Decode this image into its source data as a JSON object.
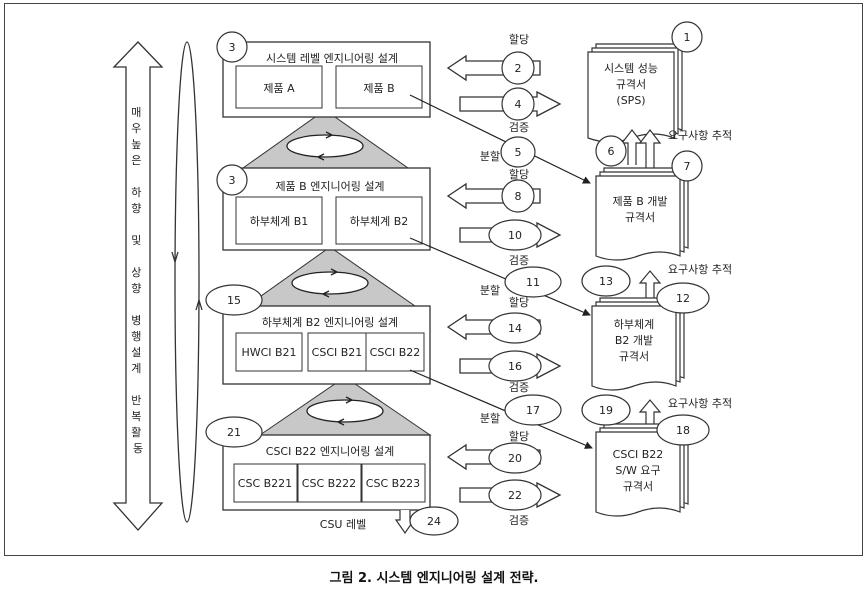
{
  "caption": "그림 2. 시스템 엔지니어링 설계 전략.",
  "side_label": "매우높은 하향 및 상향 병행설계 반복활동",
  "levels": [
    {
      "number": "3",
      "title": "시스템 레벨 엔지니어링 설계",
      "boxes": [
        "제품 A",
        "제품 B"
      ]
    },
    {
      "number": "3",
      "title": "제품 B 엔지니어링 설계",
      "boxes": [
        "하부체계 B1",
        "하부체계 B2"
      ]
    },
    {
      "number": "15",
      "title": "하부체계 B2 엔지니어링 설계",
      "boxes": [
        "HWCI B21",
        "CSCI B21",
        "CSCI B22"
      ]
    },
    {
      "number": "21",
      "title": "CSCI B22 엔지니어링 설계",
      "boxes": [
        "CSC B221",
        "CSC B222",
        "CSC B223"
      ]
    }
  ],
  "arrows": [
    {
      "number": "2",
      "label": "할당"
    },
    {
      "number": "4",
      "label": "검증"
    },
    {
      "number": "5",
      "label": "분할"
    },
    {
      "number": "8",
      "label": "할당"
    },
    {
      "number": "10",
      "label": "검증"
    },
    {
      "number": "11",
      "label": "분할"
    },
    {
      "number": "14",
      "label": "할당"
    },
    {
      "number": "16",
      "label": "검증"
    },
    {
      "number": "17",
      "label": "분할"
    },
    {
      "number": "20",
      "label": "할당"
    },
    {
      "number": "22",
      "label": "검증"
    }
  ],
  "specs": [
    {
      "number": "1",
      "lines": [
        "시스템 성능",
        "규격서",
        "(SPS)"
      ]
    },
    {
      "number": "7",
      "lines": [
        "제품 B 개발",
        "규격서"
      ],
      "trace_number": "6",
      "trace_label": "요구사항 추적"
    },
    {
      "number": "12",
      "lines": [
        "하부체계",
        "B2 개발",
        "규격서"
      ],
      "trace_number": "13",
      "trace_label": "요구사항 추적"
    },
    {
      "number": "18",
      "lines": [
        "CSCI B22",
        "S/W 요구",
        "규격서"
      ],
      "trace_number": "19",
      "trace_label": "요구사항 추적"
    }
  ],
  "csu": {
    "label": "CSU 레벨",
    "number": "24"
  }
}
